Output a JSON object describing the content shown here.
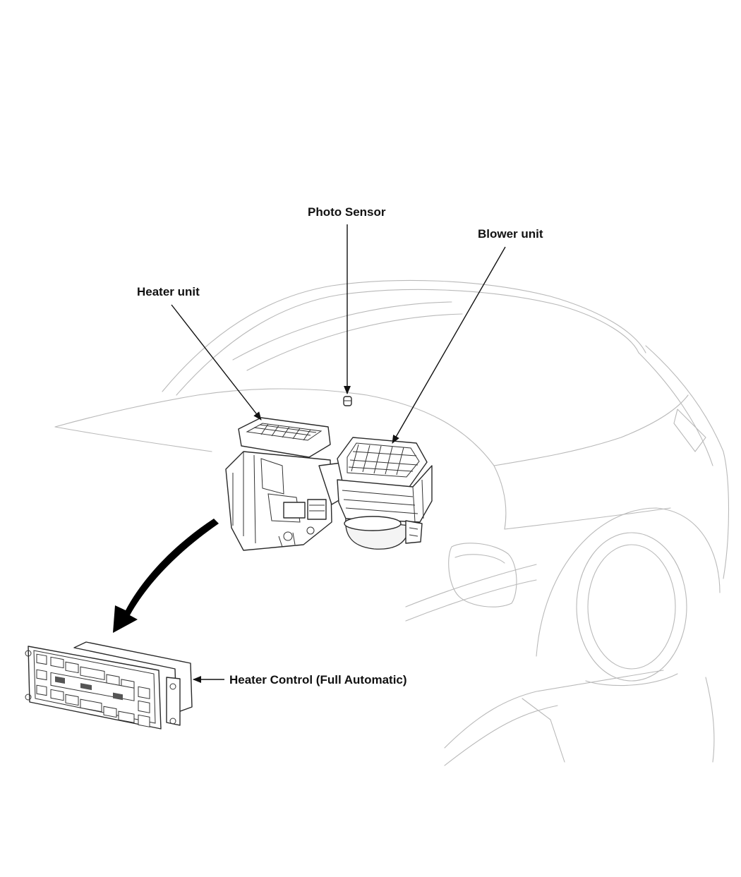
{
  "labels": {
    "photo_sensor": "Photo Sensor",
    "blower_unit": "Blower unit",
    "heater_unit": "Heater unit",
    "heater_control": "Heater Control (Full Automatic)"
  },
  "colors": {
    "background": "#ffffff",
    "label_text": "#111111",
    "vehicle_outline": "#b9b9b9",
    "component_line": "#2a2a2a",
    "flow_arrow": "#000000"
  }
}
